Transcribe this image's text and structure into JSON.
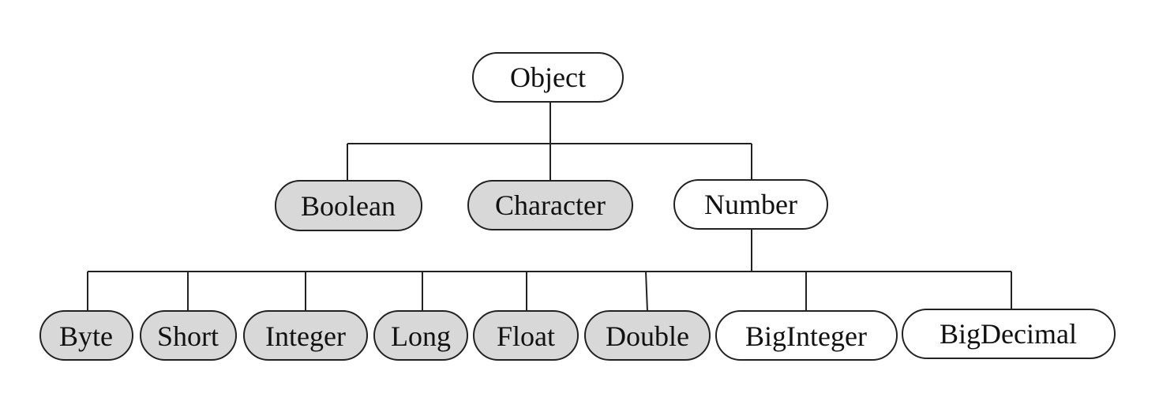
{
  "colors": {
    "primitive_wrapper_fill": "#d8d8d8",
    "class_fill": "#ffffff",
    "outline": "#222222"
  },
  "nodes": {
    "object": {
      "label": "Object",
      "shaded": false
    },
    "boolean": {
      "label": "Boolean",
      "shaded": true
    },
    "character": {
      "label": "Character",
      "shaded": true
    },
    "number": {
      "label": "Number",
      "shaded": false
    },
    "byte": {
      "label": "Byte",
      "shaded": true
    },
    "short": {
      "label": "Short",
      "shaded": true
    },
    "integer": {
      "label": "Integer",
      "shaded": true
    },
    "long": {
      "label": "Long",
      "shaded": true
    },
    "float": {
      "label": "Float",
      "shaded": true
    },
    "double": {
      "label": "Double",
      "shaded": true
    },
    "biginteger": {
      "label": "BigInteger",
      "shaded": false
    },
    "bigdecimal": {
      "label": "BigDecimal",
      "shaded": false
    }
  },
  "edges": [
    {
      "parent": "object",
      "children": [
        "boolean",
        "character",
        "number"
      ]
    },
    {
      "parent": "number",
      "children": [
        "byte",
        "short",
        "integer",
        "long",
        "float",
        "double",
        "biginteger",
        "bigdecimal"
      ]
    }
  ]
}
